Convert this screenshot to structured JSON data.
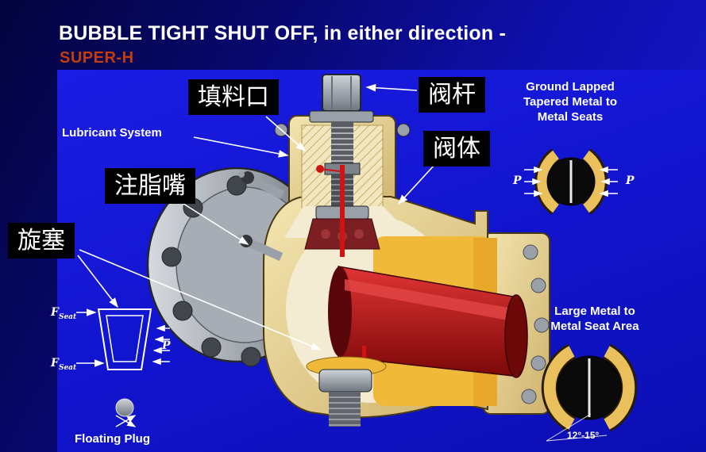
{
  "slide": {
    "title": "BUBBLE TIGHT SHUT OFF, in either direction -",
    "subtitle": "SUPER-H"
  },
  "callouts": {
    "packing_port": "填料口",
    "stem": "阀杆",
    "body": "阀体",
    "grease_fitting": "注脂嘴",
    "plug": "旋塞"
  },
  "annotations": {
    "lubricant_system": "Lubricant System",
    "ground_lapped_line1": "Ground Lapped",
    "ground_lapped_line2": "Tapered Metal to",
    "ground_lapped_line3": "Metal Seats",
    "large_seat_line1": "Large Metal to",
    "large_seat_line2": "Metal Seat Area",
    "floating_plug": "Floating Plug",
    "angle_range": "12°-15°",
    "pressure_label": "P",
    "force_label": "F",
    "force_sub": "Seat"
  },
  "colors": {
    "picture_background": "#1114cc",
    "slide_background": "#03033e",
    "title_color": "#ffffff",
    "subtitle_color": "#c43d0c",
    "body_tan": "#e8d494",
    "plug_red": "#a51212",
    "seat_gold": "#f0b93a",
    "steel_gray": "#9aa2ac",
    "label_background": "#000000"
  }
}
